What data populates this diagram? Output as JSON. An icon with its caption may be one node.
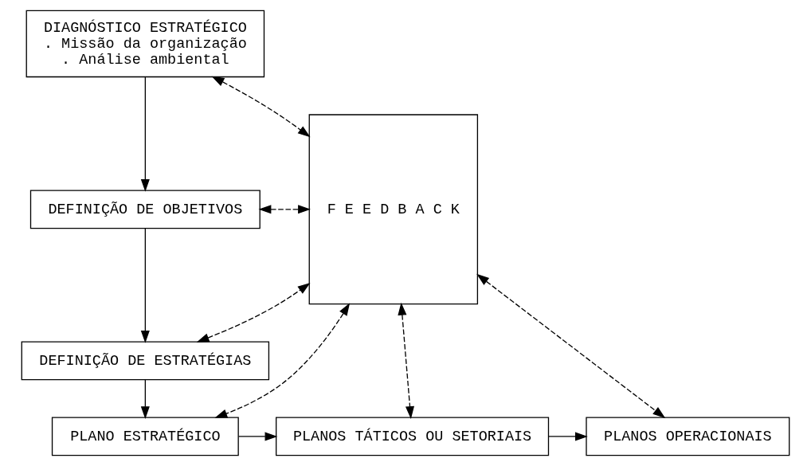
{
  "diagram": {
    "nodes": [
      {
        "text": [
          "DIAGNÓSTICO ESTRATÉGICO",
          ". Missão da organização",
          ". Análise ambiental"
        ]
      },
      {
        "text": [
          "DEFINIÇÃO DE OBJETIVOS"
        ]
      },
      {
        "text": [
          "DEFINIÇÃO DE ESTRATÉGIAS"
        ]
      },
      {
        "text": [
          "F E E D B A C K"
        ]
      },
      {
        "text": [
          "PLANO ESTRATÉGICO"
        ]
      },
      {
        "text": [
          "PLANOS TÁTICOS OU SETORIAIS"
        ]
      },
      {
        "text": [
          "PLANOS OPERACIONAIS"
        ]
      }
    ],
    "edges": [
      {
        "from": 0,
        "to": 1,
        "arrow": "to"
      },
      {
        "from": 1,
        "to": 2,
        "arrow": "to"
      },
      {
        "from": 2,
        "to": 4,
        "arrow": "to"
      },
      {
        "from": 4,
        "to": 5,
        "arrow": "to"
      },
      {
        "from": 5,
        "to": 6,
        "arrow": "to"
      },
      {
        "from": 0,
        "to": 3,
        "arrow": "both",
        "style": "dashed"
      },
      {
        "from": 1,
        "to": 3,
        "arrow": "both",
        "style": "dashed"
      },
      {
        "from": 2,
        "to": 3,
        "arrow": "both",
        "style": "dashed"
      },
      {
        "from": 3,
        "to": 4,
        "arrow": "both",
        "style": "dashed"
      },
      {
        "from": 3,
        "to": 5,
        "arrow": "both",
        "style": "dashed"
      },
      {
        "from": 3,
        "to": 6,
        "arrow": "both",
        "style": "dashed"
      }
    ]
  }
}
